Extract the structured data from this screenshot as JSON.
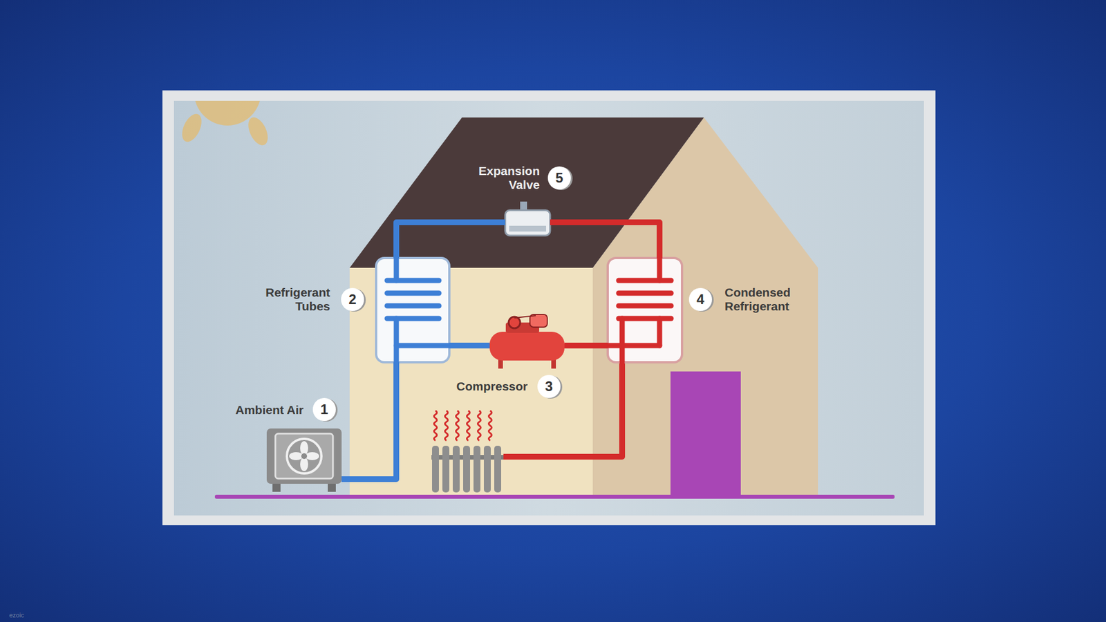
{
  "diagram": {
    "nodes": [
      {
        "text": [
          "Ambient Air",
          "1"
        ]
      },
      {
        "text": [
          "Refrigerant Tubes",
          "2"
        ]
      },
      {
        "text": [
          "Compressor",
          "3"
        ]
      },
      {
        "text": [
          "Condensed Refrigerant",
          "4"
        ]
      },
      {
        "text": [
          "Expansion Valve",
          "5"
        ]
      }
    ],
    "edges": [
      {
        "from": 0,
        "to": 1,
        "arrow": "none"
      },
      {
        "from": 1,
        "to": 2,
        "arrow": "none"
      },
      {
        "from": 2,
        "to": 3,
        "arrow": "none"
      },
      {
        "from": 3,
        "to": 4,
        "arrow": "none"
      },
      {
        "from": 4,
        "to": 1,
        "arrow": "none"
      }
    ],
    "labels": [
      "ezoic"
    ]
  }
}
